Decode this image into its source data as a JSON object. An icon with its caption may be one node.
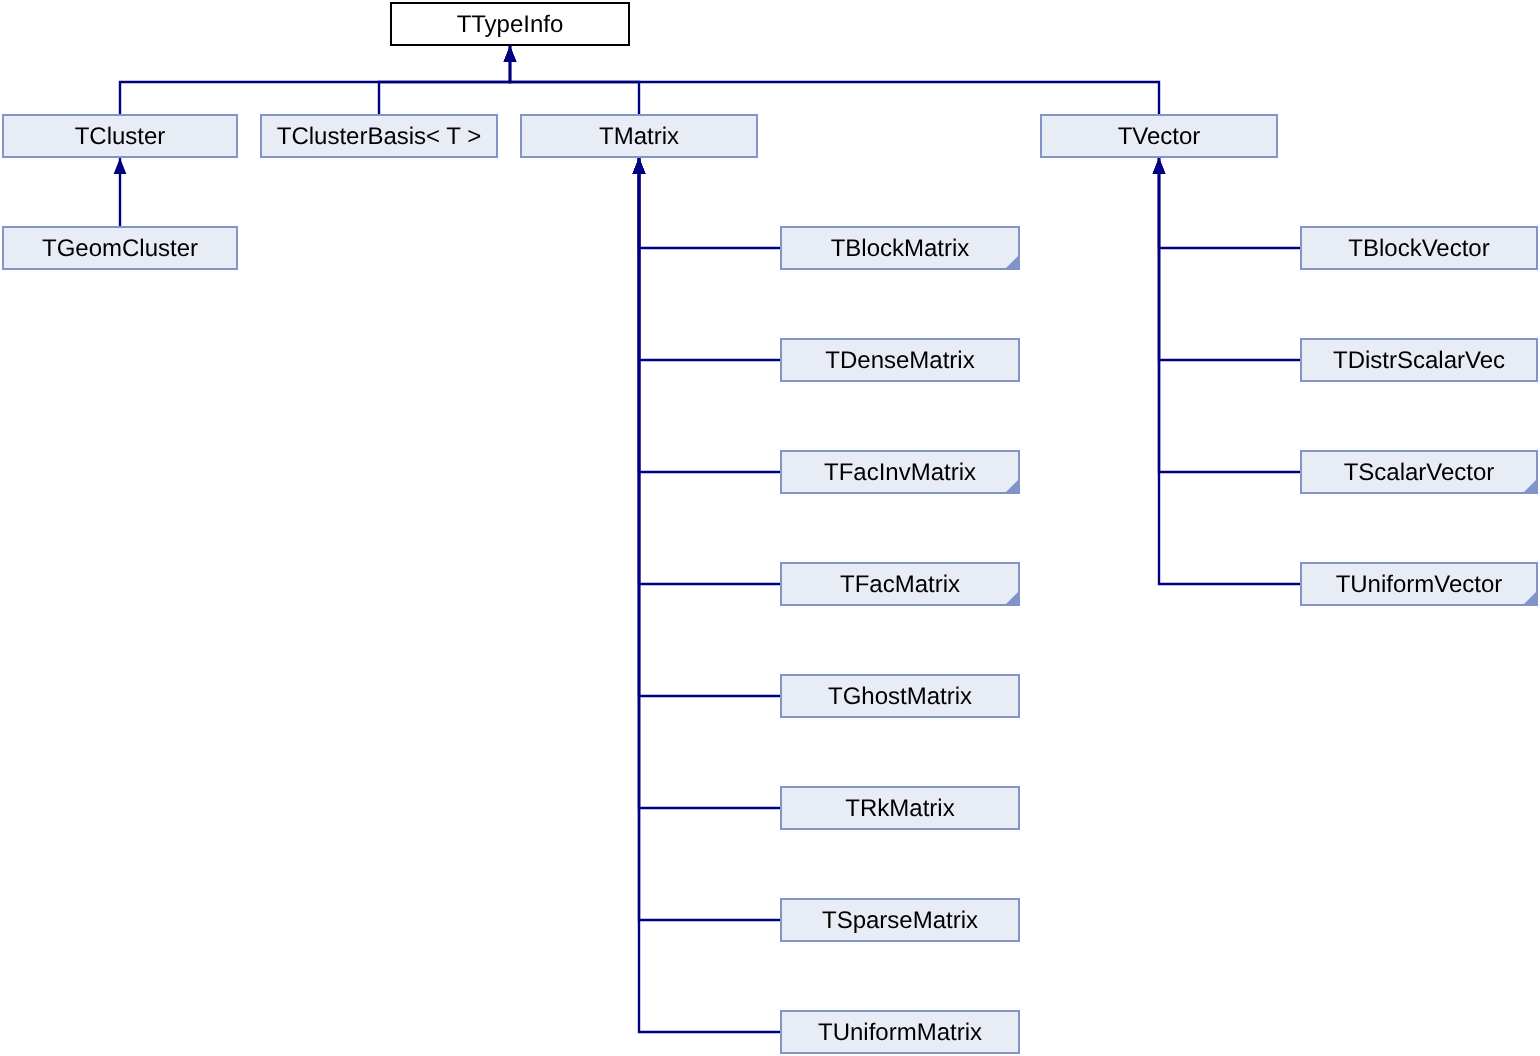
{
  "diagram": {
    "nodes": [
      {
        "text": [
          "TTypeInfo"
        ]
      },
      {
        "text": [
          "TCluster"
        ]
      },
      {
        "text": [
          "TClusterBasis< T >"
        ]
      },
      {
        "text": [
          "TMatrix"
        ]
      },
      {
        "text": [
          "TVector"
        ]
      },
      {
        "text": [
          "TGeomCluster"
        ]
      },
      {
        "text": [
          "TBlockMatrix"
        ]
      },
      {
        "text": [
          "TDenseMatrix"
        ]
      },
      {
        "text": [
          "TFacInvMatrix"
        ]
      },
      {
        "text": [
          "TFacMatrix"
        ]
      },
      {
        "text": [
          "TGhostMatrix"
        ]
      },
      {
        "text": [
          "TRkMatrix"
        ]
      },
      {
        "text": [
          "TSparseMatrix"
        ]
      },
      {
        "text": [
          "TUniformMatrix"
        ]
      },
      {
        "text": [
          "TBlockVector"
        ]
      },
      {
        "text": [
          "TDistrScalarVec"
        ]
      },
      {
        "text": [
          "TScalarVector"
        ]
      },
      {
        "text": [
          "TUniformVector"
        ]
      }
    ],
    "edges": [
      {
        "from": 1,
        "to": 0,
        "arrow": "to"
      },
      {
        "from": 2,
        "to": 0,
        "arrow": "to"
      },
      {
        "from": 3,
        "to": 0,
        "arrow": "to"
      },
      {
        "from": 4,
        "to": 0,
        "arrow": "to"
      },
      {
        "from": 5,
        "to": 1,
        "arrow": "to"
      },
      {
        "from": 6,
        "to": 3,
        "arrow": "to"
      },
      {
        "from": 7,
        "to": 3,
        "arrow": "to"
      },
      {
        "from": 8,
        "to": 3,
        "arrow": "to"
      },
      {
        "from": 9,
        "to": 3,
        "arrow": "to"
      },
      {
        "from": 10,
        "to": 3,
        "arrow": "to"
      },
      {
        "from": 11,
        "to": 3,
        "arrow": "to"
      },
      {
        "from": 12,
        "to": 3,
        "arrow": "to"
      },
      {
        "from": 13,
        "to": 3,
        "arrow": "to"
      },
      {
        "from": 14,
        "to": 4,
        "arrow": "to"
      },
      {
        "from": 15,
        "to": 4,
        "arrow": "to"
      },
      {
        "from": 16,
        "to": 4,
        "arrow": "to"
      },
      {
        "from": 17,
        "to": 4,
        "arrow": "to"
      }
    ]
  }
}
